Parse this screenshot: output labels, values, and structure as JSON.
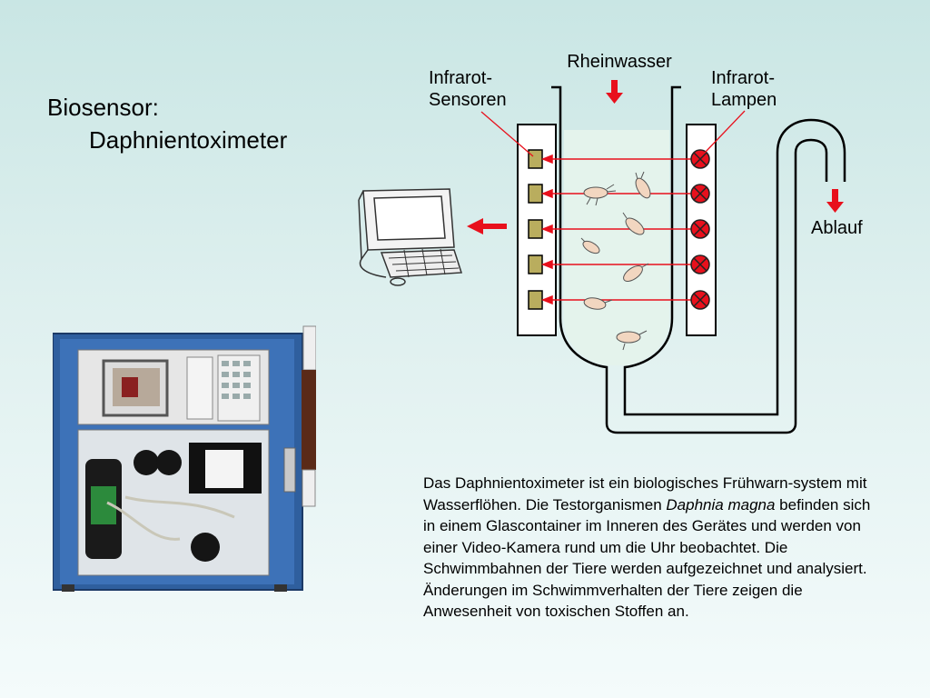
{
  "title": {
    "line1": "Biosensor:",
    "line2": "Daphnientoximeter"
  },
  "diagram": {
    "labels": {
      "inflow": "Rheinwasser",
      "sensors_1": "Infrarot-",
      "sensors_2": "Sensoren",
      "lamps_1": "Infrarot-",
      "lamps_2": "Lampen",
      "outflow": "Ablauf"
    },
    "colors": {
      "arrow": "#e8101c",
      "sensor": "#b9ad5e",
      "water": "#e4f3ec"
    }
  },
  "description": {
    "part1": "Das Daphnientoximeter ist ein biologisches Frühwarn-system mit Wasserflöhen. Die Testorganismen ",
    "italic": "Daphnia magna",
    "part2": " befinden sich in einem Glascontainer im Inneren des Gerätes und werden von einer Video-Kamera rund um die Uhr beobachtet. Die Schwimmbahnen der Tiere werden aufgezeichnet und analysiert. Änderungen im Schwimmverhalten der Tiere zeigen die Anwesenheit von toxischen Stoffen an."
  }
}
